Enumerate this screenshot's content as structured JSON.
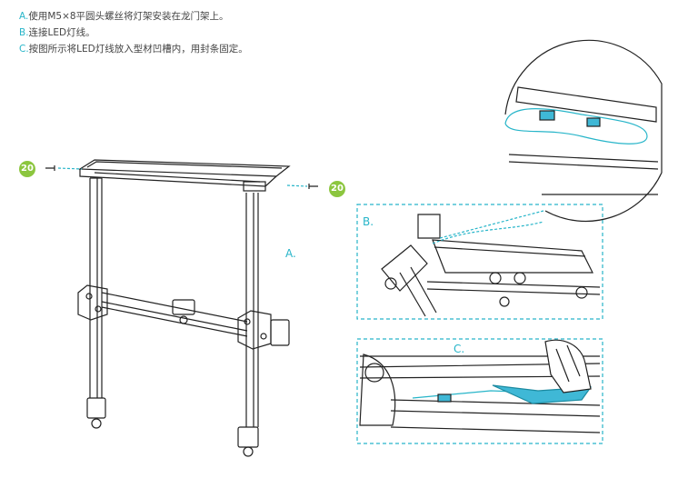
{
  "instructions": [
    {
      "letter": "A.",
      "text": "使用M5×8平圆头螺丝将灯架安装在龙门架上。"
    },
    {
      "letter": "B.",
      "text": "连接LED灯线。"
    },
    {
      "letter": "C.",
      "text": "按图所示将LED灯线放入型材凹槽内，用封条固定。"
    }
  ],
  "screw_badge_left": "20",
  "screw_badge_right": "20",
  "label_a": "A.",
  "label_b": "B.",
  "label_c": "C.",
  "colors": {
    "accent": "#27b5c9",
    "badge": "#8cc63f",
    "line": "#222222",
    "tape": "#3fb8d6"
  }
}
